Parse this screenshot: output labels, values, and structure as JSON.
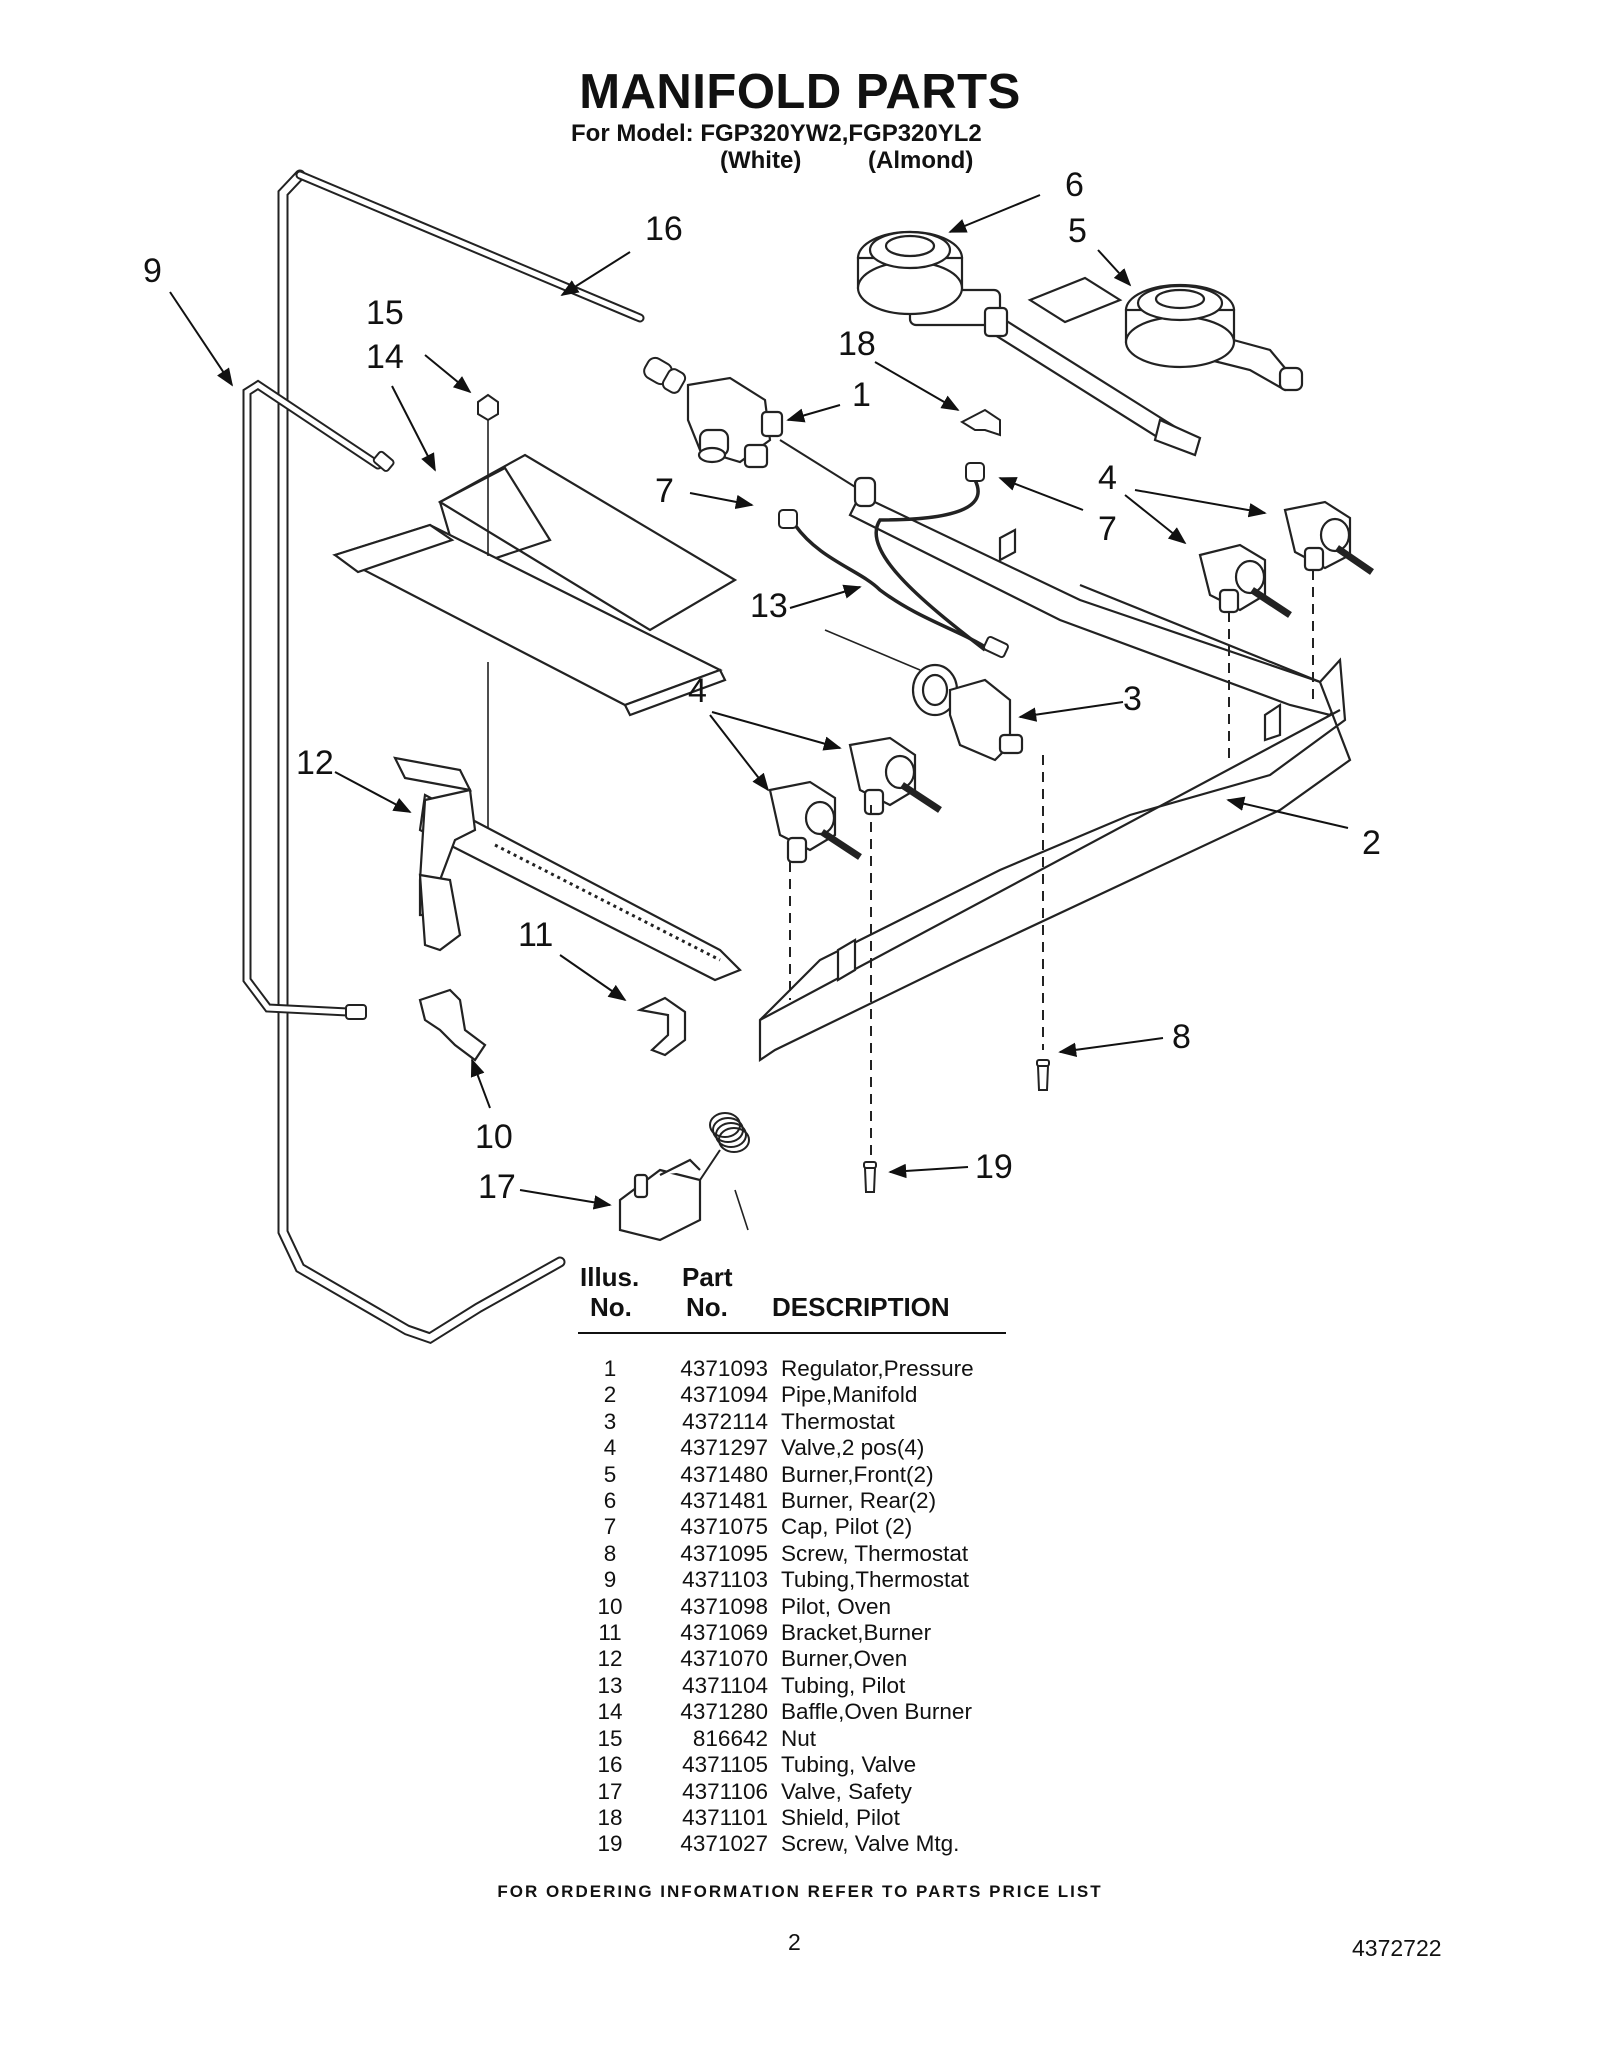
{
  "header": {
    "title": "MANIFOLD PARTS",
    "subtitle": "For Model: FGP320YW2,FGP320YL2",
    "color_white": "(White)",
    "color_almond": "(Almond)"
  },
  "callouts": [
    "16",
    "9",
    "15",
    "14",
    "6",
    "5",
    "18",
    "1",
    "7",
    "4",
    "7",
    "13",
    "4",
    "3",
    "12",
    "2",
    "11",
    "8",
    "10",
    "17",
    "19"
  ],
  "table": {
    "headers": {
      "illus_top": "Illus.",
      "illus_bottom": "No.",
      "part_top": "Part",
      "part_bottom": "No.",
      "description": "DESCRIPTION"
    },
    "rows": [
      [
        "1",
        "4371093",
        "Regulator,Pressure"
      ],
      [
        "2",
        "4371094",
        "Pipe,Manifold"
      ],
      [
        "3",
        "4372114",
        "Thermostat"
      ],
      [
        "4",
        "4371297",
        "Valve,2 pos(4)"
      ],
      [
        "5",
        "4371480",
        "Burner,Front(2)"
      ],
      [
        "6",
        "4371481",
        "Burner, Rear(2)"
      ],
      [
        "7",
        "4371075",
        "Cap, Pilot (2)"
      ],
      [
        "8",
        "4371095",
        "Screw, Thermostat"
      ],
      [
        "9",
        "4371103",
        "Tubing,Thermostat"
      ],
      [
        "10",
        "4371098",
        "Pilot, Oven"
      ],
      [
        "11",
        "4371069",
        "Bracket,Burner"
      ],
      [
        "12",
        "4371070",
        "Burner,Oven"
      ],
      [
        "13",
        "4371104",
        "Tubing, Pilot"
      ],
      [
        "14",
        "4371280",
        "Baffle,Oven Burner"
      ],
      [
        "15",
        "816642",
        "Nut"
      ],
      [
        "16",
        "4371105",
        "Tubing, Valve"
      ],
      [
        "17",
        "4371106",
        "Valve, Safety"
      ],
      [
        "18",
        "4371101",
        "Shield, Pilot"
      ],
      [
        "19",
        "4371027",
        "Screw, Valve Mtg."
      ]
    ]
  },
  "footer": {
    "ordering_note": "FOR ORDERING INFORMATION REFER TO PARTS PRICE LIST",
    "page_number": "2",
    "document_number": "4372722"
  }
}
